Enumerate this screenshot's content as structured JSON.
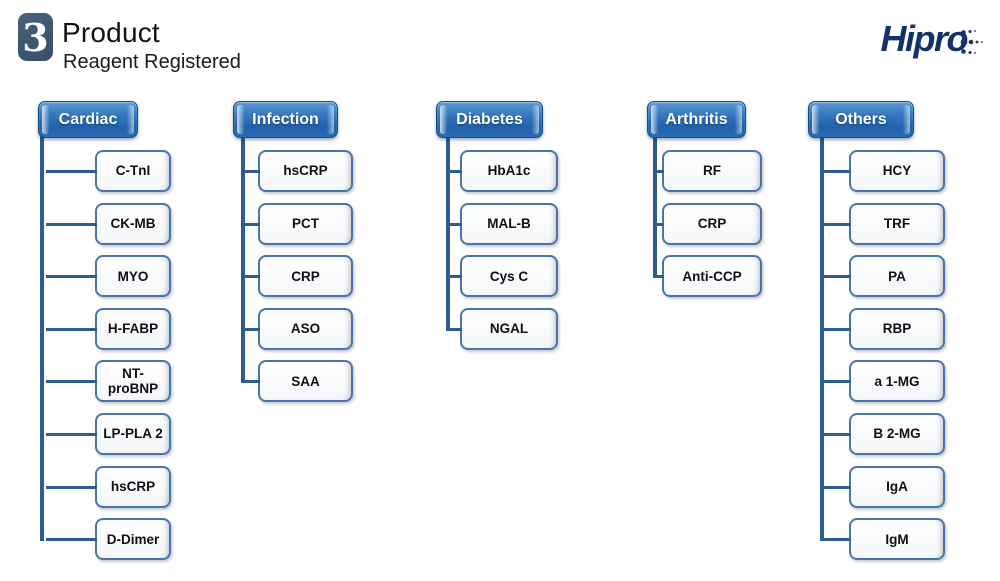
{
  "slide": {
    "number": "3",
    "title": "Product",
    "subtitle": "Reagent Registered"
  },
  "logo": {
    "text": "Hipro"
  },
  "colors": {
    "header_blue": "#2e6db5",
    "header_border": "#1a4b84",
    "connector_blue": "#2e5d91",
    "node_border": "#4a74aa",
    "logo_navy": "#13316b",
    "badge_slate": "#3c5670"
  },
  "tree": {
    "columns": [
      {
        "label": "Cardiac",
        "items": [
          "C-TnI",
          "CK-MB",
          "MYO",
          "H-FABP",
          "NT-proBNP",
          "LP-PLA 2",
          "hsCRP",
          "D-Dimer"
        ]
      },
      {
        "label": "Infection",
        "items": [
          "hsCRP",
          "PCT",
          "CRP",
          "ASO",
          "SAA"
        ]
      },
      {
        "label": "Diabetes",
        "items": [
          "HbA1c",
          "MAL-B",
          "Cys C",
          "NGAL"
        ]
      },
      {
        "label": "Arthritis",
        "items": [
          "RF",
          "CRP",
          "Anti-CCP"
        ]
      },
      {
        "label": "Others",
        "items": [
          "HCY",
          "TRF",
          "PA",
          "RBP",
          "a 1-MG",
          "B 2-MG",
          "IgA",
          "IgM"
        ]
      }
    ]
  }
}
